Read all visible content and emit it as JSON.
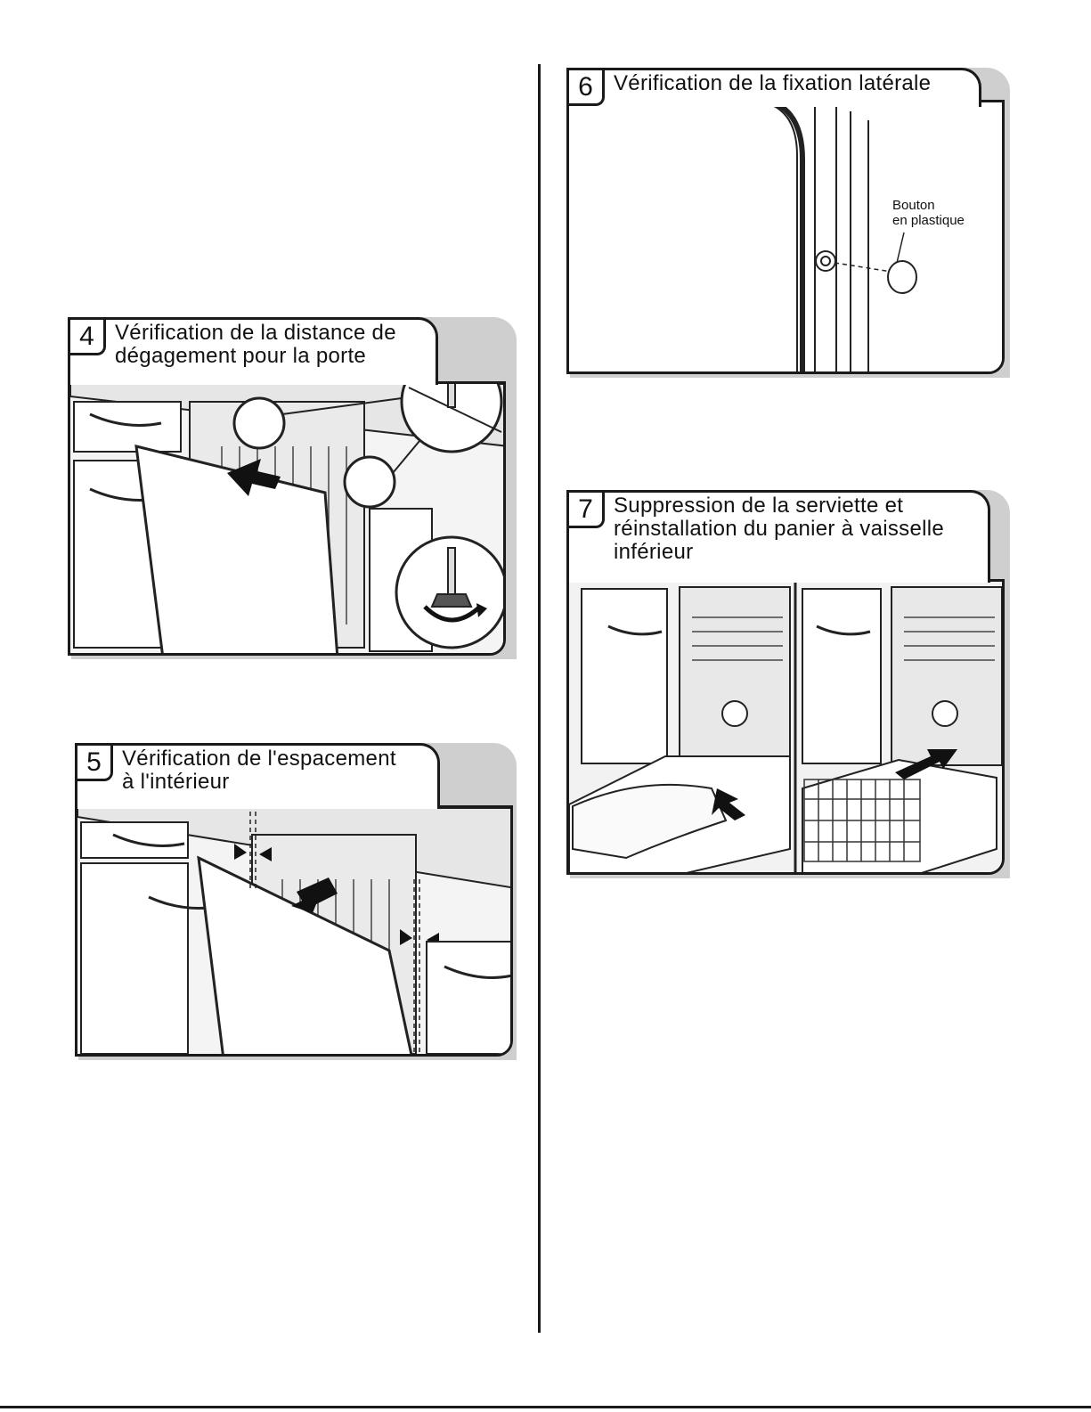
{
  "steps": [
    {
      "number": "4",
      "title": "Vérification de la distance de\ndégagement pour la porte"
    },
    {
      "number": "5",
      "title": "Vérification de l'espacement\nà l'intérieur"
    },
    {
      "number": "6",
      "title": "Vérification de la fixation latérale"
    },
    {
      "number": "7",
      "title": "Suppression de la serviette et\nréinstallation du panier à vaisselle\ninférieur"
    }
  ],
  "callouts": {
    "plastic_button": "Bouton\nen plastique"
  }
}
